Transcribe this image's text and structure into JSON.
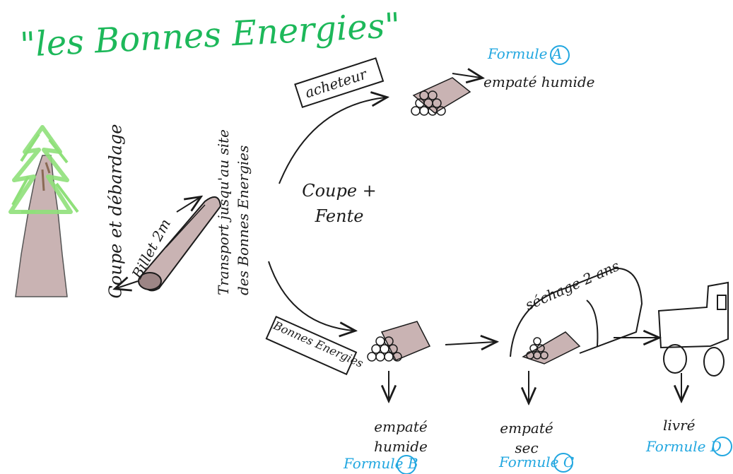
{
  "title": "\"les Bonnes Energies\"",
  "colors": {
    "title": "#1db85a",
    "formula": "#22a7e0",
    "ink": "#1b1b1b",
    "tree_green": "#8fe07a",
    "wood_brown": "#8a6a55"
  },
  "labels": {
    "harvest": "Coupe et débardage",
    "billet": "Billet 2m",
    "transport": "Transport jusqu'au site des Bonnes Energies",
    "cut_split": "Coupe + Fente",
    "buyer_box": "acheteur",
    "bonnes_box": "Bonnes Energies",
    "drying": "séchage 2 ans"
  },
  "outputs": {
    "a": {
      "formula": "Formule A",
      "desc": "empaté humide"
    },
    "b": {
      "formula": "Formule B",
      "desc": "empaté humide"
    },
    "c": {
      "formula": "Formule C",
      "desc": "empaté sec"
    },
    "d": {
      "formula": "Formule D",
      "desc": "livré"
    }
  },
  "icons": [
    "tree-icon",
    "log-icon",
    "woodpile-icon",
    "drying-shed-icon",
    "truck-icon"
  ]
}
